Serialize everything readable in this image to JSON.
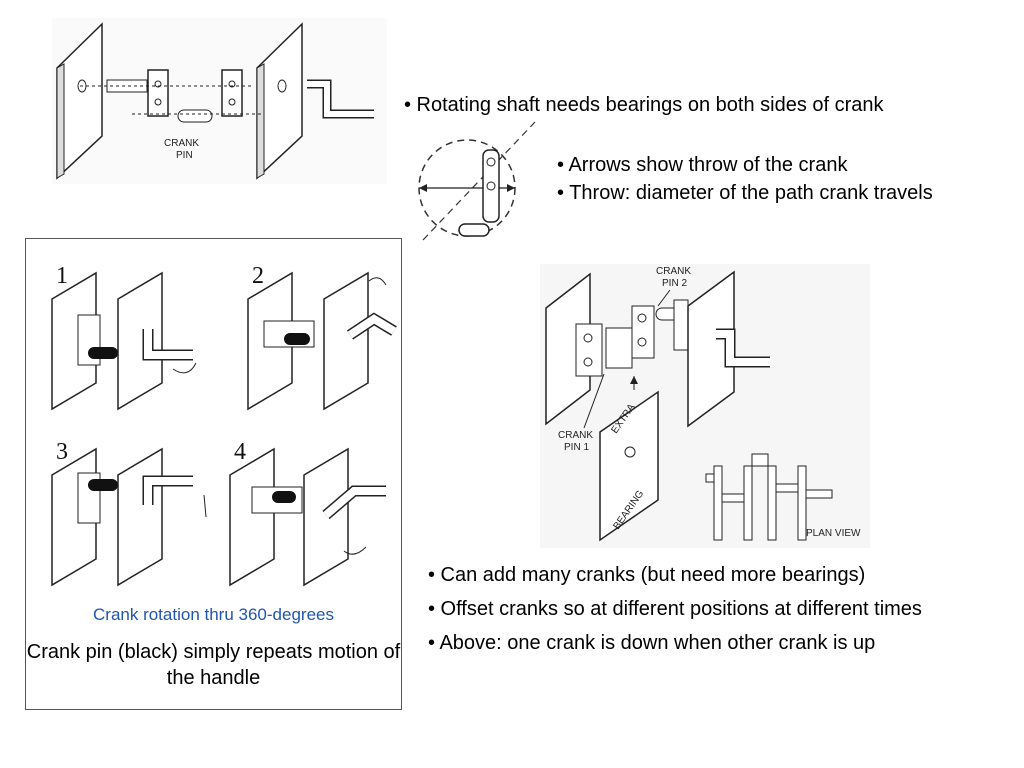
{
  "bullets": {
    "bearings": "• Rotating shaft needs bearings on both sides of crank",
    "arrows": "• Arrows show throw of the crank",
    "throw": "• Throw: diameter of the path crank travels",
    "many": "• Can add many cranks (but need more bearings)",
    "offset": "• Offset cranks so at different positions at different times",
    "above": "• Above: one crank is down when other crank is up"
  },
  "figure_top": {
    "crank_pin_label": "CRANK",
    "crank_pin_label2": "PIN"
  },
  "figure_right": {
    "crank_pin_2_a": "CRANK",
    "crank_pin_2_b": "PIN 2",
    "crank_pin_1_a": "CRANK",
    "crank_pin_1_b": "PIN 1",
    "extra_label": "EXTRA",
    "bearing_label": "BEARING",
    "plan_view_label": "PLAN VIEW"
  },
  "rotation_panel": {
    "step_labels": [
      "1",
      "2",
      "3",
      "4"
    ],
    "caption_title": "Crank rotation thru 360-degrees",
    "caption_body": "Crank pin (black) simply repeats motion of the handle"
  }
}
